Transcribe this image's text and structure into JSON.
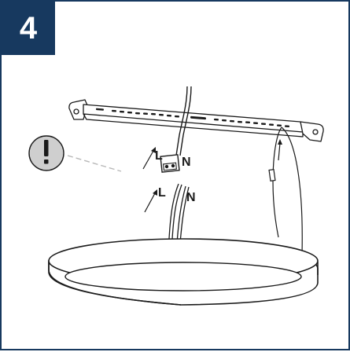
{
  "step": {
    "number": "4"
  },
  "labels": {
    "fixture_live": "L",
    "fixture_neutral": "N",
    "mains_live": "L",
    "mains_neutral": "N"
  },
  "icons": {
    "warning": "exclamation-circle-icon"
  },
  "colors": {
    "frame": "#17395f",
    "line": "#1a1a1a",
    "warning_fill": "#cfcfcf"
  }
}
